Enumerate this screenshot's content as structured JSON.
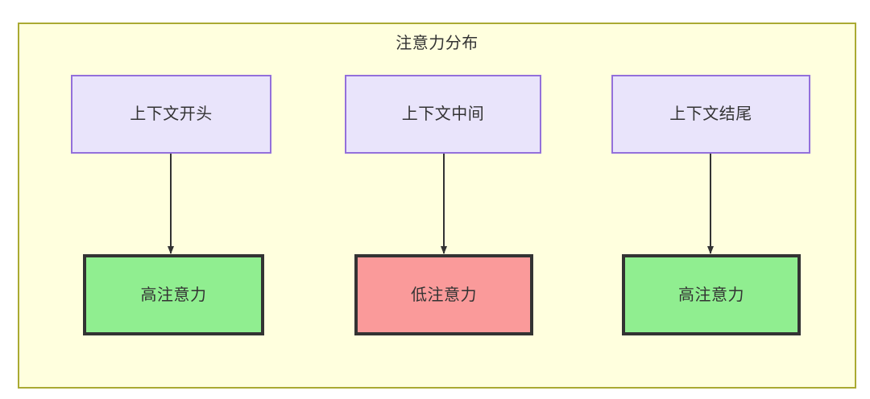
{
  "diagram": {
    "title": "注意力分布",
    "type": "flowchart",
    "container": {
      "fill": "#ffffde",
      "stroke": "#aaaa33"
    },
    "nodes": [
      {
        "id": "ctx-start",
        "label": "上下文开头",
        "role": "source",
        "fill": "#e9e4fb",
        "stroke": "#9370db",
        "column": 1
      },
      {
        "id": "ctx-middle",
        "label": "上下文中间",
        "role": "source",
        "fill": "#e9e4fb",
        "stroke": "#9370db",
        "column": 2
      },
      {
        "id": "ctx-end",
        "label": "上下文结尾",
        "role": "source",
        "fill": "#e9e4fb",
        "stroke": "#9370db",
        "column": 3
      },
      {
        "id": "attn-high-start",
        "label": "高注意力",
        "role": "result",
        "fill": "#90ee90",
        "stroke": "#333333",
        "column": 1
      },
      {
        "id": "attn-low-middle",
        "label": "低注意力",
        "role": "result",
        "fill": "#fa9a9a",
        "stroke": "#333333",
        "column": 2
      },
      {
        "id": "attn-high-end",
        "label": "高注意力",
        "role": "result",
        "fill": "#90ee90",
        "stroke": "#333333",
        "column": 3
      }
    ],
    "edges": [
      {
        "from": "ctx-start",
        "to": "attn-high-start",
        "arrow": "down"
      },
      {
        "from": "ctx-middle",
        "to": "attn-low-middle",
        "arrow": "down"
      },
      {
        "from": "ctx-end",
        "to": "attn-high-end",
        "arrow": "down"
      }
    ]
  }
}
